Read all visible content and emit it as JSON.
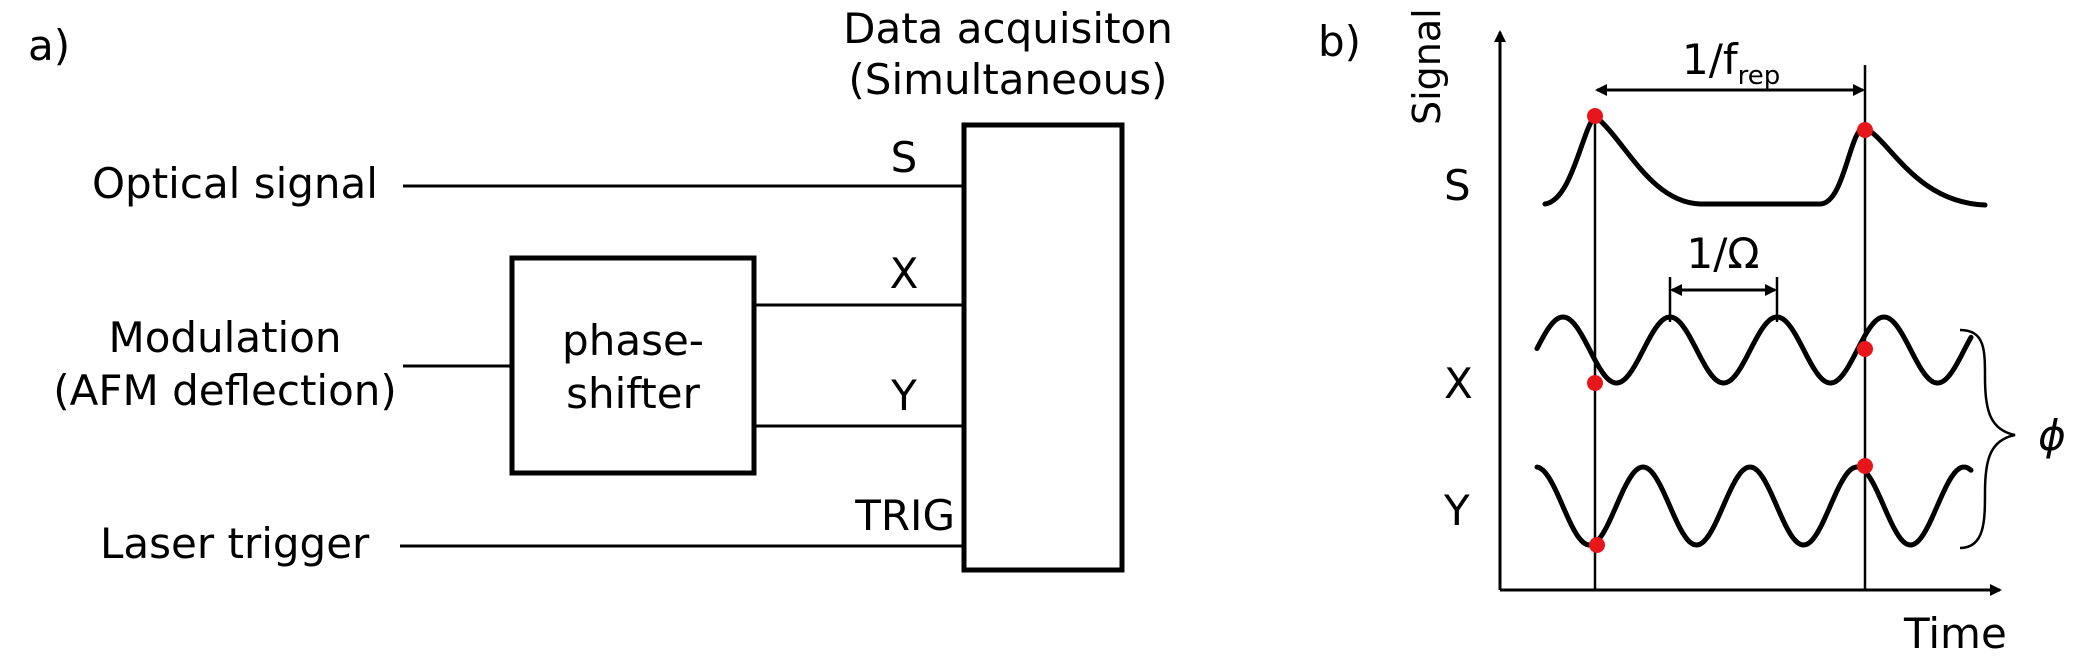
{
  "panel_a": {
    "label": "a)",
    "daq_title_1": "Data acquisiton",
    "daq_title_2": "(Simultaneous)",
    "input_optical": "Optical signal",
    "input_modulation_1": "Modulation",
    "input_modulation_2": "(AFM deflection)",
    "input_laser": "Laser trigger",
    "phase_shifter_1": "phase-",
    "phase_shifter_2": "shifter",
    "channel_s": "S",
    "channel_x": "X",
    "channel_y": "Y",
    "channel_trig": "TRIG"
  },
  "panel_b": {
    "label": "b)",
    "y_axis": "Signal",
    "x_axis": "Time",
    "trace_s": "S",
    "trace_x": "X",
    "trace_y": "Y",
    "period_rep_prefix": "1/f",
    "period_rep_sub": "rep",
    "period_mod": "1/Ω",
    "phase_symbol": "ϕ"
  },
  "colors": {
    "sample_dot": "#e8161b",
    "line": "#000000"
  }
}
